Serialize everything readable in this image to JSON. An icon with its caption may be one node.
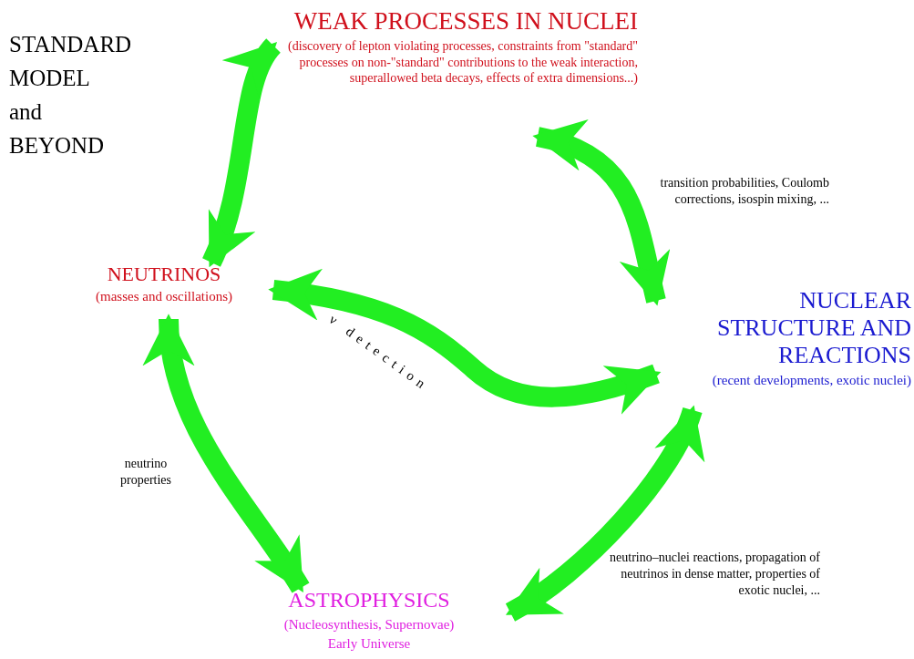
{
  "diagram": {
    "title": "STANDARD MODEL and BEYOND",
    "nodes": [
      {
        "text": [
          "WEAK PROCESSES IN NUCLEI",
          "(discovery of lepton violating processes, constraints from \"standard\" processes on non-\"standard\" contributions to the weak interaction, superallowed beta decays, effects of extra dimensions...)"
        ]
      },
      {
        "text": [
          "NEUTRINOS",
          "(masses and oscillations)"
        ]
      },
      {
        "text": [
          "NUCLEAR STRUCTURE AND REACTIONS",
          "(recent developments, exotic nuclei)"
        ]
      },
      {
        "text": [
          "ASTROPHYSICS",
          "(Nucleosynthesis, Supernovae)",
          "Early Universe"
        ]
      }
    ],
    "edges": [
      {
        "from": 0,
        "to": 1,
        "arrow": "both"
      },
      {
        "from": 0,
        "to": 2,
        "arrow": "both",
        "label": "transition probabilities, Coulomb corrections, isospin mixing, ..."
      },
      {
        "from": 1,
        "to": 2,
        "arrow": "both",
        "label": "ν detection"
      },
      {
        "from": 1,
        "to": 3,
        "arrow": "both",
        "label": "neutrino properties"
      },
      {
        "from": 2,
        "to": 3,
        "arrow": "both",
        "label": "neutrino–nuclei reactions, propagation of neutrinos in dense matter, properties of exotic nuclei, ..."
      }
    ]
  }
}
